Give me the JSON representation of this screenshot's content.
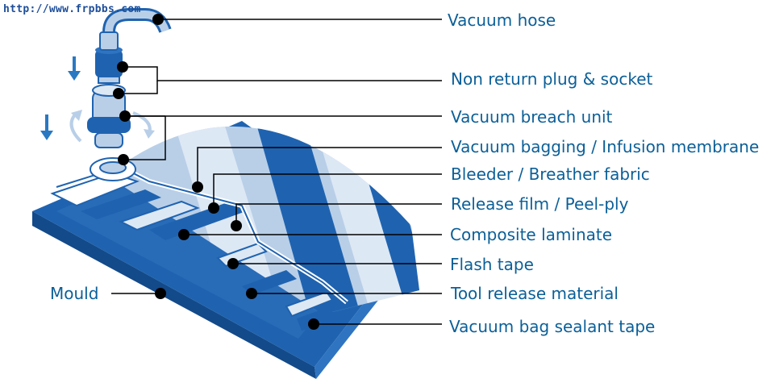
{
  "watermark": "http://www.frpbbs.com",
  "labels": {
    "vacuum_hose": "Vacuum hose",
    "non_return": "Non return plug & socket",
    "breach_unit": "Vacuum breach unit",
    "bagging": "Vacuum bagging / Infusion membrane",
    "bleeder": "Bleeder / Breather fabric",
    "release_film": "Release film / Peel-ply",
    "laminate": "Composite laminate",
    "flash_tape": "Flash tape",
    "tool_release": "Tool release material",
    "sealant_tape": "Vacuum bag sealant tape",
    "mould": "Mould"
  },
  "colors": {
    "primary_blue": "#1f63b0",
    "light_blue": "#b9cfe8",
    "pale_blue": "#dde8f5",
    "label_text": "#0b5f98",
    "leader": "#000000",
    "arrow_blue": "#2a78c2"
  }
}
